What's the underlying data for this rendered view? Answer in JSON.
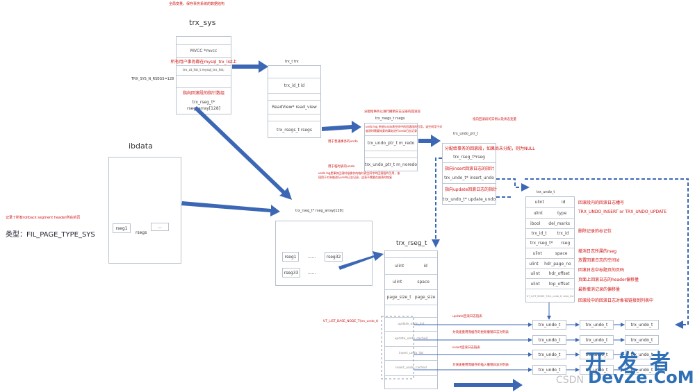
{
  "top_note": "全局变量，保存事务系统的数据结构",
  "trx_sys": {
    "title": "trx_sys",
    "rows": [
      "MVCC *mvcc",
      "所有用户事务都在mysql_trx_list上",
      "trx_ut_list_t mysql_trx_list;",
      "",
      "指向回滚段的指针数组",
      "trx_rseg_t*\nrseg_array[128]"
    ],
    "side_label": "TRX_SYS_N_RSEGS=128"
  },
  "trx_t": {
    "title": "trx_t trx",
    "rows": [
      "trx_id_t    id",
      "",
      "ReadView* read_view",
      "",
      "trx_rsegs_t rsegs"
    ]
  },
  "ibdata": {
    "title": "ibdata",
    "note": "记录了所有rollback segment header所在的页",
    "type_label": "类型：FIL_PAGE_TYPE_SYS",
    "rseg1": "rseg1",
    "rsegs": "rsegs",
    "dots": "..."
  },
  "trx_rsegs_t": {
    "note": "分配给事务以进行撤销日志记录的回滚段",
    "title": "trx_rsegs_t rsegs",
    "redo_note": "undo log 系统/undo表空间中的回滚段的引用，该空间用于对\n崩溃时需要恢复的事务进行undo日志记录",
    "rows": [
      "",
      "trx_undo_ptr_t m_redo",
      "",
      "trx_undo_ptr_t m_noredo"
    ],
    "redo_label": "用于普通事务的undo",
    "temp_label": "用于临时表的undo",
    "noredo_note": "undo log是事务回滚时候操作的临时表空间中的回滚段的引用，该\n段用于对未能进行undo日志记录，这表不需要在崩溃时恢复"
  },
  "trx_undo_ptr_t": {
    "note": "指向回滚段的实例以及状态变量",
    "title": "trx_undo_ptr_t",
    "rows": [
      "分配给事务的回滚段，如果尚未分配，则为NULL",
      "trx_rseg_t*rseg",
      "指向insert回滚日志的指针",
      "trx_undo_t* insert_undo",
      "指向update回滚日志的指针",
      "trx_undo_t* update_undo"
    ]
  },
  "rseg_array": {
    "title": "trx_rseg_t* rseg_array[128]",
    "items": [
      "rseg1",
      "......",
      "rseg32",
      "rseg33",
      "......"
    ]
  },
  "trx_rseg_t": {
    "title": "trx_rseg_t",
    "rows": [
      [
        "ulint",
        "id"
      ],
      [
        "ulint",
        "space"
      ],
      [
        "page_size_t",
        "page_size"
      ]
    ],
    "lists": [
      "update_undo_list",
      "update_undo_cached",
      "insert_undo_list",
      "insert_undo_cached"
    ],
    "list_label": "UT_LIST_BASE_NODE_T(trx_undo_t)",
    "list_notes": [
      "update回滚日志链表",
      "为快速重用而缓存的更新撤销日志对列表",
      "insert回滚日志链表",
      "为快速重用而缓存的插入撤销日志对列表"
    ]
  },
  "trx_undo_t": {
    "title": "trx_undo_t",
    "rows": [
      [
        "ulint",
        "id"
      ],
      [
        "ulint",
        "type"
      ],
      [
        "ibool",
        "del_marks"
      ],
      [
        "trx_id_t",
        "trx_id"
      ],
      [
        "trx_rseg_t*",
        "rseg"
      ],
      [
        "ulint",
        "space"
      ],
      [
        "ulint",
        "hdr_page_no"
      ],
      [
        "ulint",
        "hdr_offset"
      ],
      [
        "ulint",
        "top_offset"
      ],
      [
        "UT_LIST_NODE_T(trx_undo_t) undo_list",
        ""
      ]
    ],
    "notes": [
      "回滚段内的回滚日志槽号",
      "TRX_UNDO_INSERT or TRX_UNDO_UPDATE",
      "删除记录的标记位",
      "",
      "撤消日志所属的rseg",
      "放置回滚日志的空间id",
      "回滚日志中标题页的页码",
      "页面上回滚日志的header偏移量",
      "最新撤消记录的偏移量",
      "回滚段中的回滚日志对象被链接到列表中"
    ]
  },
  "chain_label": "trx_undo_t",
  "watermark": {
    "cn": "开 发 者",
    "en": "DevZe.CoM",
    "csdn": "CSDN"
  }
}
